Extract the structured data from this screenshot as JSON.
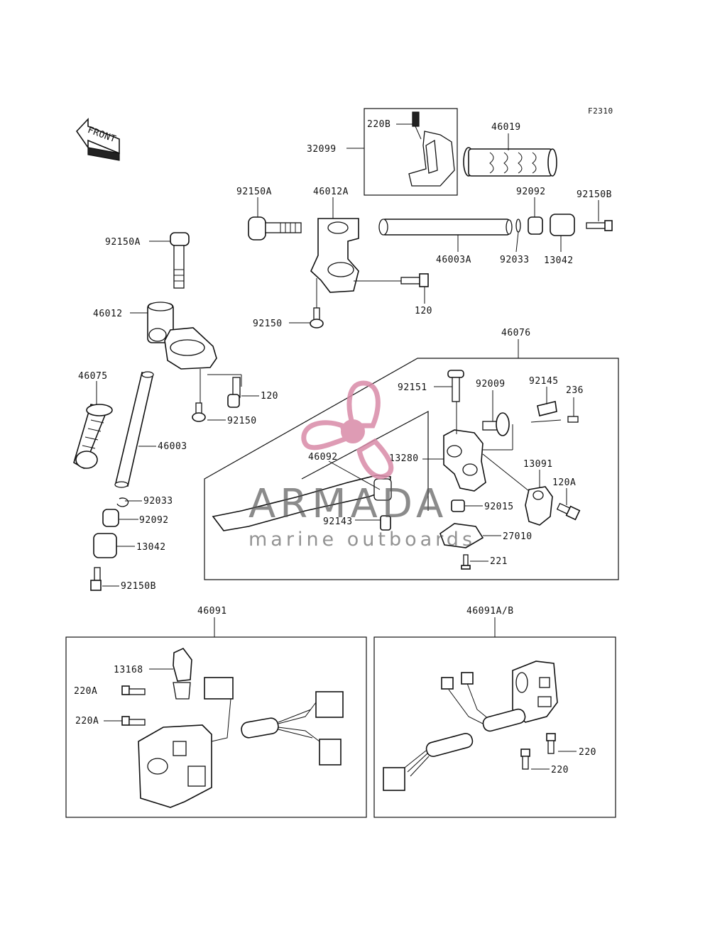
{
  "figure_code": "F2310",
  "front_arrow_text": "FRONT",
  "labels": {
    "l_220B": "220B",
    "l_32099": "32099",
    "l_46019": "46019",
    "l_92150A_top": "92150A",
    "l_46012A": "46012A",
    "l_92092_top": "92092",
    "l_92150B_top": "92150B",
    "l_46003A": "46003A",
    "l_92033_top": "92033",
    "l_13042_top": "13042",
    "l_120_top": "120",
    "l_92150_top": "92150",
    "l_92150A_left": "92150A",
    "l_46012": "46012",
    "l_120_left": "120",
    "l_92150_left": "92150",
    "l_46075": "46075",
    "l_46003": "46003",
    "l_92033_left": "92033",
    "l_92092_left": "92092",
    "l_13042_left": "13042",
    "l_92150B_left": "92150B",
    "l_46076": "46076",
    "l_92151": "92151",
    "l_92009": "92009",
    "l_92145": "92145",
    "l_236": "236",
    "l_13280": "13280",
    "l_46092": "46092",
    "l_13091": "13091",
    "l_120A": "120A",
    "l_92015": "92015",
    "l_92143": "92143",
    "l_27010": "27010",
    "l_221": "221",
    "l_46091": "46091",
    "l_46091AB": "46091A/B",
    "l_13168": "13168",
    "l_220A_1": "220A",
    "l_220A_2": "220A",
    "l_220_1": "220",
    "l_220_2": "220"
  },
  "watermark": {
    "brand": "ARMADA",
    "tagline": "marine outboards",
    "color": "#d98aa8",
    "text_color": "#555555"
  }
}
